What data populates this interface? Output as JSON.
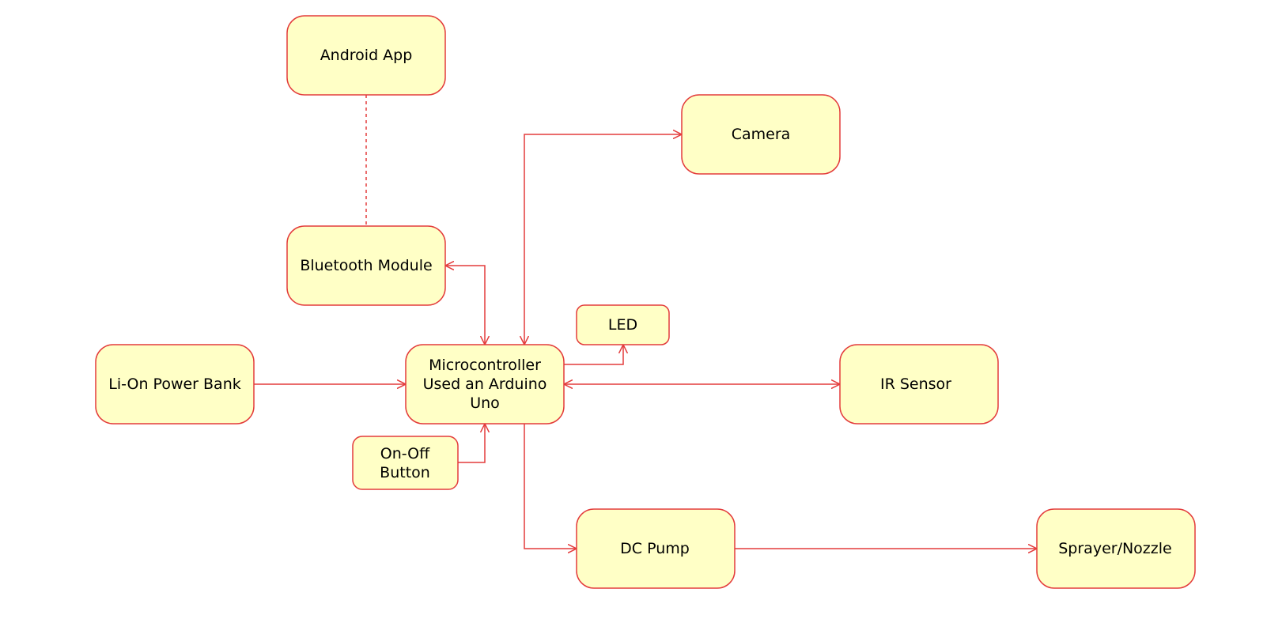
{
  "colors": {
    "node_fill": "#ffffc6",
    "node_stroke": "#e33b3b",
    "edge": "#e33b3b",
    "text": "#000000"
  },
  "nodes": {
    "android_app": {
      "lines": [
        "Android App"
      ]
    },
    "camera": {
      "lines": [
        "Camera"
      ]
    },
    "bluetooth_module": {
      "lines": [
        "Bluetooth Module"
      ]
    },
    "led": {
      "lines": [
        "LED"
      ]
    },
    "power_bank": {
      "lines": [
        "Li-On Power Bank"
      ]
    },
    "microcontroller": {
      "lines": [
        "Microcontroller",
        "Used an Arduino",
        "Uno"
      ]
    },
    "ir_sensor": {
      "lines": [
        "IR Sensor"
      ]
    },
    "on_off_button": {
      "lines": [
        "On-Off",
        "Button"
      ]
    },
    "dc_pump": {
      "lines": [
        "DC Pump"
      ]
    },
    "sprayer_nozzle": {
      "lines": [
        "Sprayer/Nozzle"
      ]
    }
  },
  "edges": [
    {
      "from": "android_app",
      "to": "bluetooth_module",
      "style": "dashed",
      "arrow": "none"
    },
    {
      "from": "microcontroller",
      "to": "camera",
      "style": "solid",
      "arrow": "both"
    },
    {
      "from": "microcontroller",
      "to": "bluetooth_module",
      "style": "solid",
      "arrow": "both"
    },
    {
      "from": "microcontroller",
      "to": "led",
      "style": "solid",
      "arrow": "end"
    },
    {
      "from": "power_bank",
      "to": "microcontroller",
      "style": "solid",
      "arrow": "end"
    },
    {
      "from": "microcontroller",
      "to": "ir_sensor",
      "style": "solid",
      "arrow": "both"
    },
    {
      "from": "on_off_button",
      "to": "microcontroller",
      "style": "solid",
      "arrow": "end"
    },
    {
      "from": "microcontroller",
      "to": "dc_pump",
      "style": "solid",
      "arrow": "end"
    },
    {
      "from": "dc_pump",
      "to": "sprayer_nozzle",
      "style": "solid",
      "arrow": "end"
    }
  ]
}
